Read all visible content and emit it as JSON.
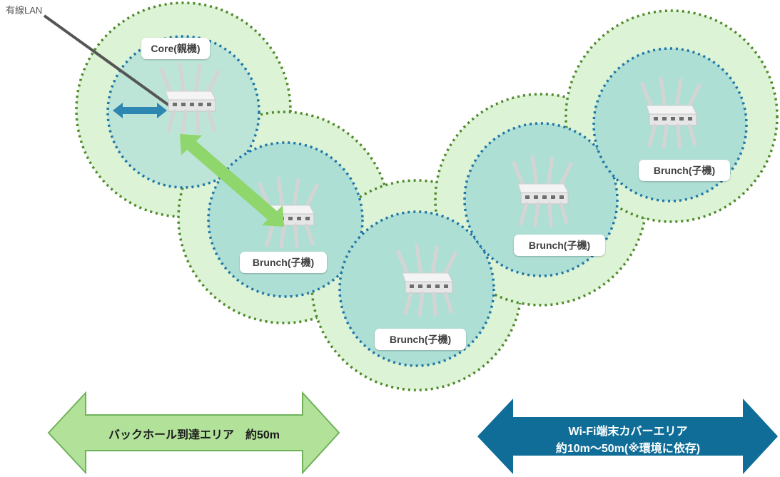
{
  "lan_label": "有線LAN",
  "nodes": {
    "core": "Core(親機)",
    "branch1": "Brunch(子機)",
    "branch2": "Brunch(子機)",
    "branch3": "Brunch(子機)",
    "branch4": "Brunch(子機)"
  },
  "legend": {
    "backhaul": "バックホール到達エリア　約50m",
    "wifi_line1": "Wi-Fi端末カバーエリア",
    "wifi_line2": "約10m～50m(※環境に依存)"
  },
  "colors": {
    "backhaul_zone": "#dcf3d6",
    "backhaul_ring": "#4f8a2a",
    "wifi_zone": "#aedfd5",
    "wifi_ring": "#1f76a6",
    "backhaul_arrow": "#b2e29a",
    "wifi_arrow": "#0f6d97",
    "link_arrow": "#8fd66c"
  }
}
